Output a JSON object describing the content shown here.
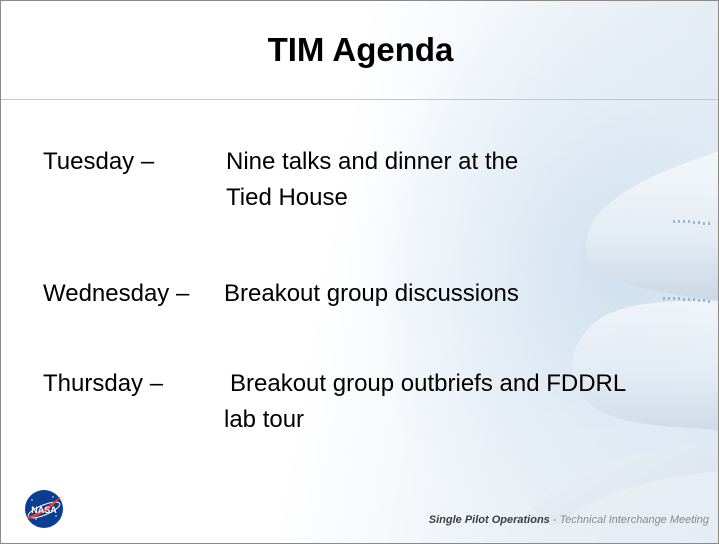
{
  "slide": {
    "title": "TIM Agenda"
  },
  "agenda": [
    {
      "day": "Tuesday –",
      "lines": [
        "Nine talks and dinner at the",
        "Tied House"
      ]
    },
    {
      "day": "Wednesday –",
      "lines": [
        "Breakout group discussions"
      ]
    },
    {
      "day": "Thursday –",
      "lines": [
        "Breakout group outbriefs and FDDRL",
        "lab tour"
      ]
    }
  ],
  "footer": {
    "strong": "Single Pilot Operations",
    "separator": " - ",
    "rest": "Technical Interchange Meeting"
  },
  "logo": {
    "icon": "nasa-meatball-logo",
    "text": "NASA"
  },
  "colors": {
    "title": "#000000",
    "body": "#000000",
    "footer": "#8a8a8a",
    "logo_blue": "#0b3d91",
    "logo_red": "#fc3d21"
  }
}
